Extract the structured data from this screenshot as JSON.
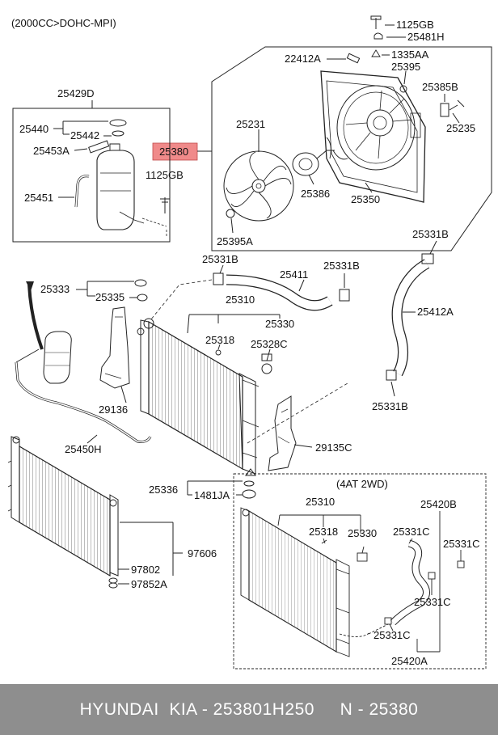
{
  "header": {
    "engine": "(2000CC>DOHC-MPI)"
  },
  "highlight": {
    "part": "25380",
    "color": "#f08a8a"
  },
  "labels": {
    "l1125GB_top": "1125GB",
    "l25481H": "25481H",
    "l22412A": "22412A",
    "l1335AA": "1335AA",
    "l25395": "25395",
    "l25385B": "25385B",
    "l25235": "25235",
    "l25231": "25231",
    "l25386": "25386",
    "l25350": "25350",
    "l25395A": "25395A",
    "l25429D": "25429D",
    "l25440": "25440",
    "l25442": "25442",
    "l25453A": "25453A",
    "l25451": "25451",
    "l1125GB": "1125GB",
    "l25331B_a": "25331B",
    "l25411": "25411",
    "l25331B_b": "25331B",
    "l25331B_c": "25331B",
    "l25412A": "25412A",
    "l25331B_d": "25331B",
    "l25333": "25333",
    "l25335": "25335",
    "l25310": "25310",
    "l25318": "25318",
    "l25330": "25330",
    "l25328C": "25328C",
    "l29136": "29136",
    "l29135C": "29135C",
    "l25450H": "25450H",
    "l25336": "25336",
    "l1481JA": "1481JA",
    "l97606": "97606",
    "l97802": "97802",
    "l97852A": "97852A",
    "l4AT": "(4AT 2WD)",
    "l25310_b": "25310",
    "l25318_b": "25318",
    "l25330_b": "25330",
    "l25420B": "25420B",
    "l25331C_a": "25331C",
    "l25331C_b": "25331C",
    "l25331C_c": "25331C",
    "l25331C_d": "25331C",
    "l25420A": "25420A"
  },
  "footer": {
    "text": "HYUNDAI  KIA - 253801H250     N - 25380",
    "background": "#8e8e8e"
  }
}
